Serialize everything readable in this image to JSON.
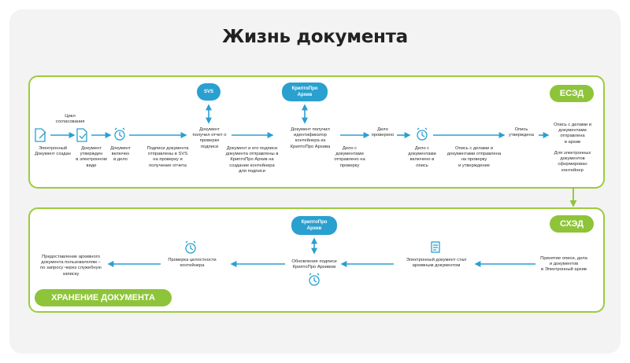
{
  "title": "Жизнь документа",
  "esed": {
    "badge": "ЕСЭД",
    "bubble_svs": "SVS",
    "bubble_kp": "КриптоПро\nАрхив",
    "labels": {
      "cycle": "Цикл\nсогласования",
      "created": "Электронный\nДокумент создан",
      "approved": "Документ\nутвержден\nв электронном\nвиде",
      "in_case": "Документ\nвключен\nв дело",
      "signatures_svs": "Подписи документа\nотправлены в SVS\nна проверку и\nполучение отчета",
      "report_received": "Документ\nполучил отчет о\nпроверке\nподписи",
      "sent_kp": "Документ и его подписи\nдокумента отправлены в\nКриптоПро Архив на\nсоздание контейнера\nдля подписи",
      "container_id": "Документ получил\nидентификатор\nконтейнера из\nКриптоПро Архива",
      "case_checked": "Дело\nпроверено",
      "case_sent": "Дело с\nдокументами\nотправлено на\nпроверку",
      "case_in_inventory": "Дело с\nдокументами\nвключено в\nопись",
      "inventory_sent": "Опись с делами и\nдокументами отправлена\nна проверку\nи утверждение",
      "inventory_approved": "Опись\nутверждена",
      "inventory_to_archive": "Опись с делами и\nдокументами\nотправлена\nв архив",
      "electronic_note": "Для электронных\nдокументов\nсформирован\nконтейнер"
    }
  },
  "sxed": {
    "badge": "СХЭД",
    "bubble_kp": "КриптоПро\nАрхив",
    "storage_badge": "ХРАНЕНИЕ ДОКУМЕНТА",
    "labels": {
      "accept": "Принятие описи, дела\nи документов\nв Электронный архив",
      "archived": "Электронный документ стал\nархивным документом",
      "sign_update": "Обновление подписи\nКриптоПро Архивом",
      "integrity": "Проверка целостности\nконтейнера",
      "provide": "Предоставление архивного\nдокумента пользователям –\nпо запросу через служебную\nзаписку"
    }
  },
  "colors": {
    "accent_green": "#8ec43a",
    "accent_blue": "#2aa0d0"
  }
}
